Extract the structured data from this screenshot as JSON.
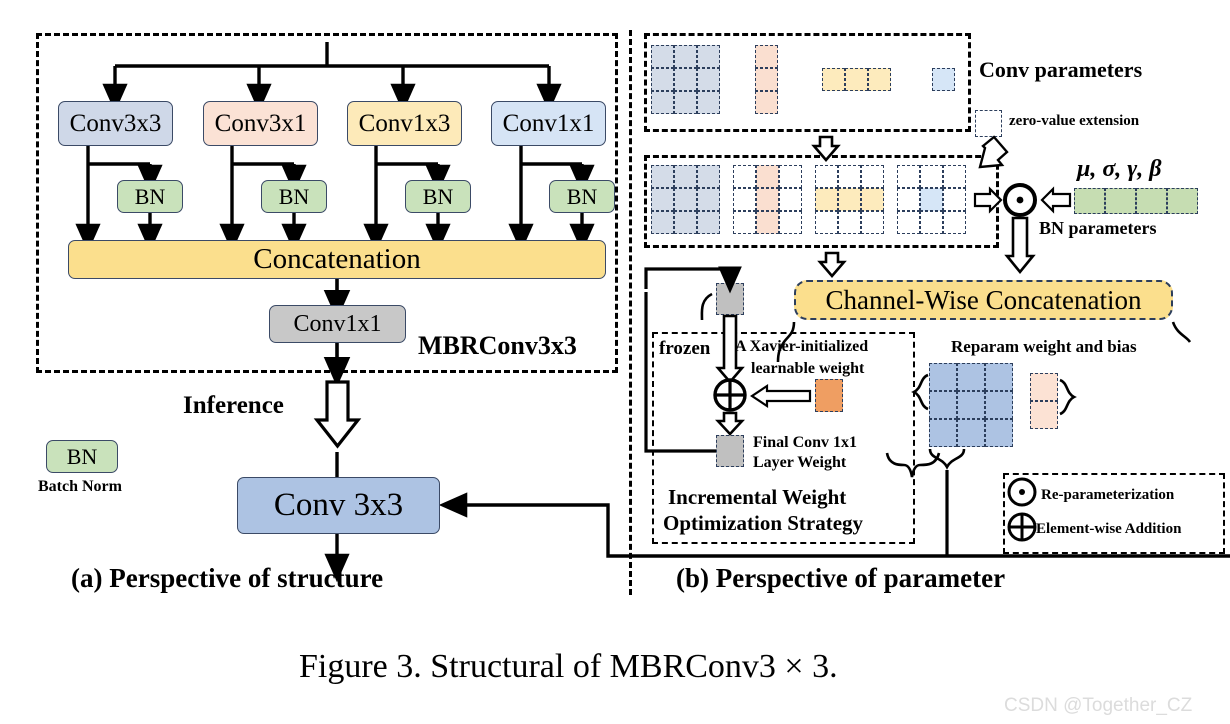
{
  "figure": {
    "caption": "Figure 3. Structural of MBRConv3 × 3.",
    "watermark": "CSDN @Together_CZ"
  },
  "panel_a": {
    "title": "(a) Perspective of structure",
    "group_label": "MBRConv3x3",
    "branches": [
      {
        "label": "Conv3x3",
        "color": "#cfd8e8"
      },
      {
        "label": "Conv3x1",
        "color": "#fbe2d5"
      },
      {
        "label": "Conv1x3",
        "color": "#fdeab9"
      },
      {
        "label": "Conv1x1",
        "color": "#d6e4f5"
      }
    ],
    "bn_label": "BN",
    "concat_label": "Concatenation",
    "conv1x1_label": "Conv1x1",
    "inference_label": "Inference",
    "output_label": "Conv 3x3",
    "legend": {
      "badge": "BN",
      "caption": "Batch Norm"
    }
  },
  "panel_b": {
    "title": "(b) Perspective of parameter",
    "conv_parameters_label": "Conv parameters",
    "zero_extension_label": "zero-value extension",
    "bn_symbols_label": "μ, σ, γ, β",
    "bn_parameters_label": "BN parameters",
    "channel_concat_label": "Channel-Wise Concatenation",
    "reparam_label": "Reparam weight and bias",
    "frozen_label": "frozen",
    "xavier_label_line1": "A Xavier-initialized",
    "xavier_label_line2": "learnable weight",
    "final_weight_line1": "Final Conv 1x1",
    "final_weight_line2": "Layer Weight",
    "strategy_line1": "Incremental Weight",
    "strategy_line2": "Optimization Strategy",
    "legend": [
      {
        "symbol": "reparam-dot-icon",
        "label": "Re-parameterization"
      },
      {
        "symbol": "plus-circle-icon",
        "label": "Element-wise Addition"
      }
    ]
  },
  "colors": {
    "blue_kernel": "#d4dce8",
    "peach_kernel": "#fadfd0",
    "yellow_kernel": "#fdebbd",
    "light_blue_kernel": "#d6e6f7",
    "green_bn": "#c6ddb2",
    "gray_weight": "#c0c0c0",
    "orange_weight": "#ef9e62",
    "concat_yellow": "#fbdf8d",
    "reparam_blue": "#adc3e3",
    "reparam_peach": "#fce2d4",
    "outline": "#2c3e5c"
  }
}
